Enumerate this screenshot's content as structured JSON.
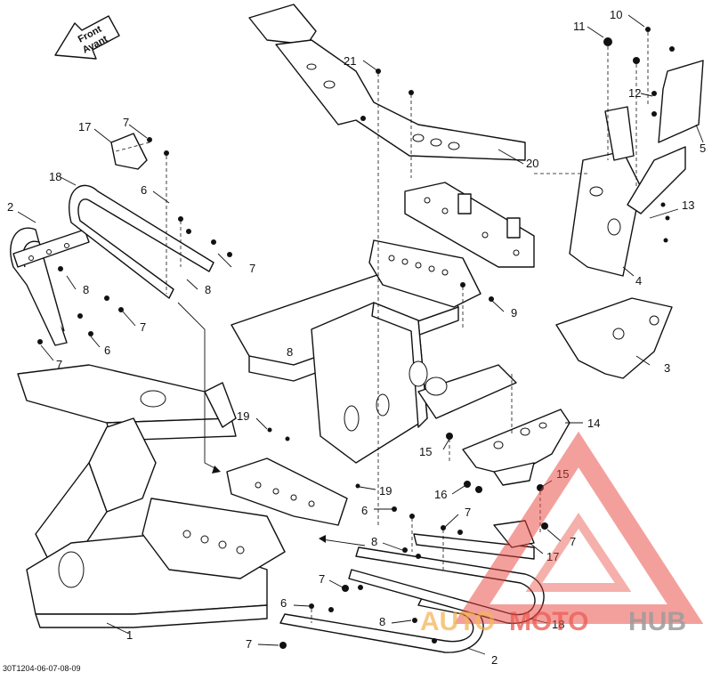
{
  "drawing": {
    "code": "30T1204-06-07-08-09",
    "front_arrow": {
      "line1": "Front",
      "line2": "Avant"
    }
  },
  "labels": {
    "p1": "1",
    "p2a": "2",
    "p2b": "2",
    "p3": "3",
    "p4": "4",
    "p5": "5",
    "p6a": "6",
    "p6b": "6",
    "p6c": "6",
    "p6d": "6",
    "p7a": "7",
    "p7b": "7",
    "p7c": "7",
    "p7d": "7",
    "p7e": "7",
    "p7f": "7",
    "p7g": "7",
    "p7h": "7",
    "p8a": "8",
    "p8b": "8",
    "p8c": "8",
    "p8d": "8",
    "p8e": "8",
    "p9": "9",
    "p10": "10",
    "p11": "11",
    "p12": "12",
    "p13": "13",
    "p14": "14",
    "p15a": "15",
    "p15b": "15",
    "p16": "16",
    "p17a": "17",
    "p17b": "17",
    "p18a": "18",
    "p18b": "18",
    "p19a": "19",
    "p19b": "19",
    "p20": "20",
    "p21": "21"
  },
  "watermark": {
    "part1": "AUTO",
    "part2": "MOTO",
    "part3": "HUB",
    "color_red": "#e8453c",
    "color_orange": "#f2a93b",
    "color_gray": "#9a9a9a"
  }
}
